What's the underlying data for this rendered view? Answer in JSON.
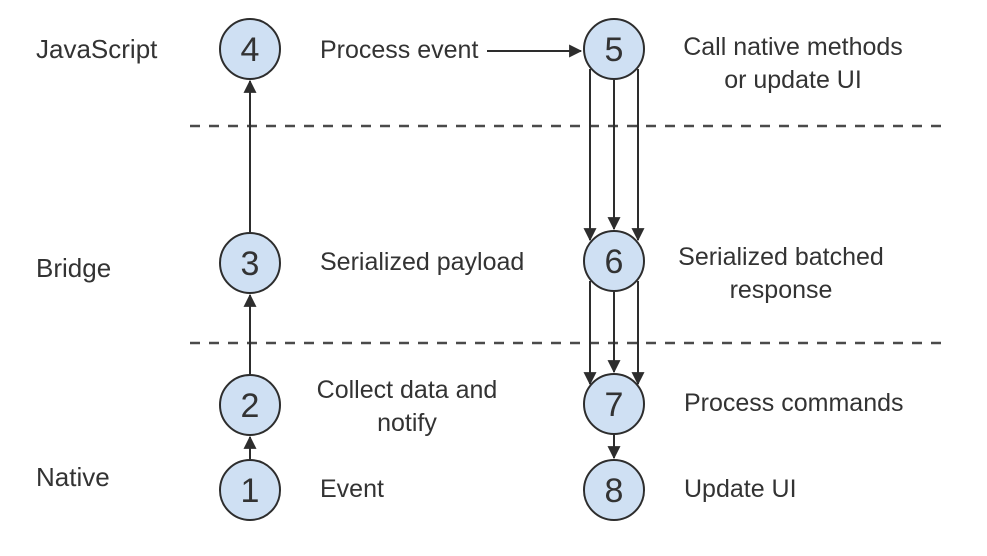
{
  "layers": {
    "javascript": "JavaScript",
    "bridge": "Bridge",
    "native": "Native"
  },
  "nodes": {
    "n1": {
      "number": "1",
      "label": "Event"
    },
    "n2": {
      "number": "2",
      "label_line1": "Collect data and",
      "label_line2": "notify"
    },
    "n3": {
      "number": "3",
      "label": "Serialized payload"
    },
    "n4": {
      "number": "4",
      "label": "Process event"
    },
    "n5": {
      "number": "5",
      "label_line1": "Call native methods",
      "label_line2": "or update UI"
    },
    "n6": {
      "number": "6",
      "label_line1": "Serialized batched",
      "label_line2": "response"
    },
    "n7": {
      "number": "7",
      "label": "Process commands"
    },
    "n8": {
      "number": "8",
      "label": "Update UI"
    }
  },
  "colors": {
    "node_fill": "#cfe0f3",
    "node_border": "#2d2d2d",
    "text": "#333333",
    "arrow": "#2d2d2d",
    "divider": "#4a4a4a",
    "background": "#ffffff"
  }
}
